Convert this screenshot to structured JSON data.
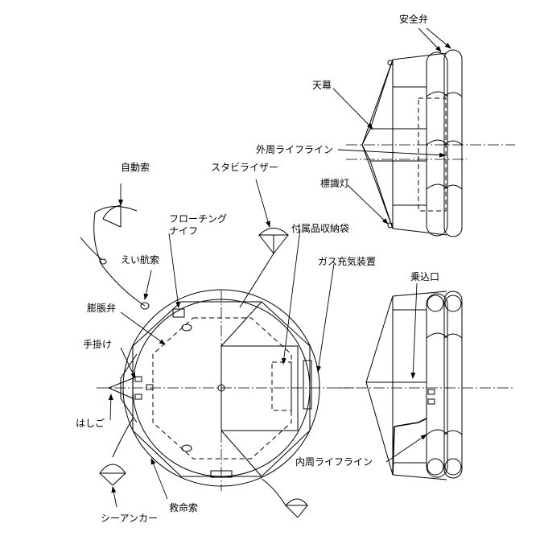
{
  "labels": {
    "safety_valve": "安全弁",
    "canopy": "天幕",
    "outer_lifeline": "外周ライフライン",
    "marker_light": "標識灯",
    "automatic_line": "自動索",
    "stabilizer": "スタビライザー",
    "floating_knife_1": "フローチング",
    "floating_knife_2": "ナイフ",
    "accessory_bag": "付属品収納袋",
    "painter": "えい航索",
    "gas_inflation": "ガス充気装置",
    "boarding": "乗込口",
    "inflation_valve": "膨脹弁",
    "handhold": "手掛け",
    "ladder": "はしご",
    "inner_lifeline": "内周ライフライン",
    "rescue_line": "救命索",
    "sea_anchor": "シーアンカー"
  }
}
